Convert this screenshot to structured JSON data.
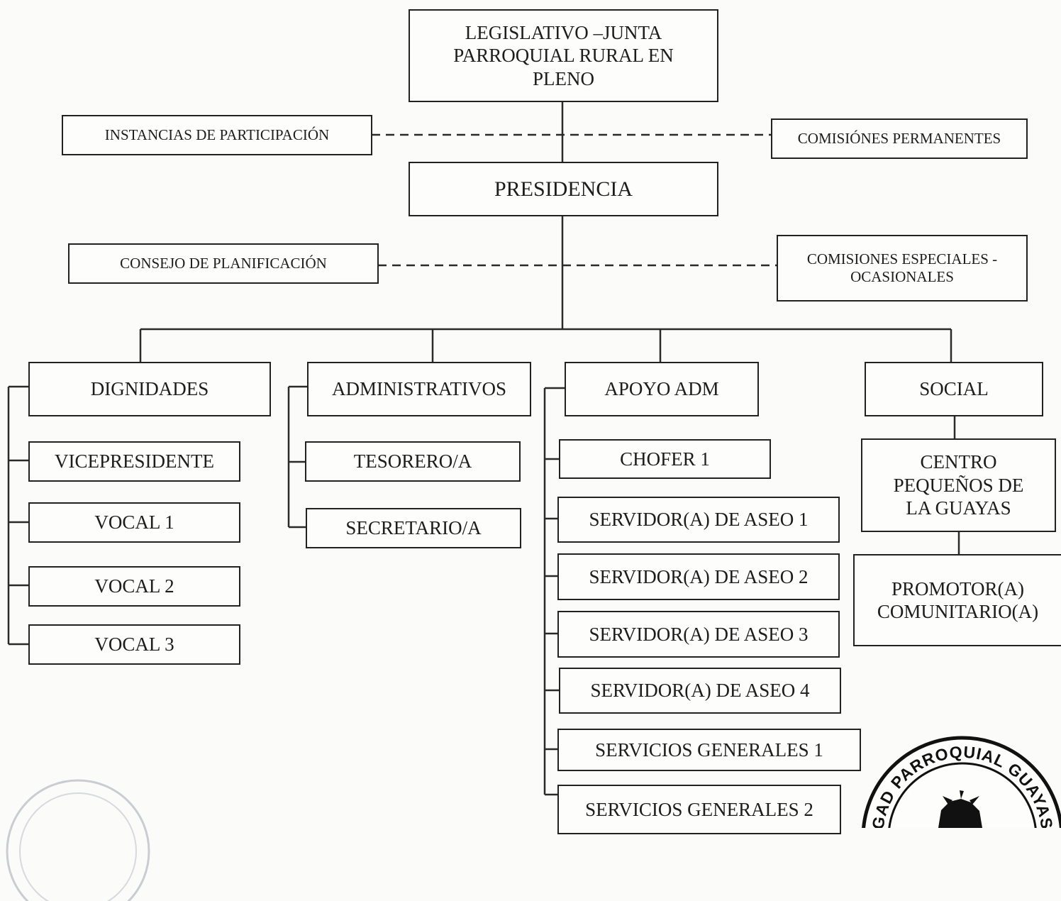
{
  "boxes": {
    "legislativo": "LEGISLATIVO –JUNTA\nPARROQUIAL RURAL EN\nPLENO",
    "instancias": "INSTANCIAS DE PARTICIPACIÓN",
    "comisiones_permanentes": "COMISIÓNES PERMANENTES",
    "presidencia": "PRESIDENCIA",
    "consejo": "CONSEJO DE PLANIFICACIÓN",
    "comisiones_especiales": "COMISIONES ESPECIALES -\nOCASIONALES",
    "dignidades": "DIGNIDADES",
    "administrativos": "ADMINISTRATIVOS",
    "apoyo_adm": "APOYO ADM",
    "social": "SOCIAL"
  },
  "dignidades_items": [
    "VICEPRESIDENTE",
    "VOCAL 1",
    "VOCAL 2",
    "VOCAL 3"
  ],
  "administrativos_items": [
    "TESORERO/A",
    "SECRETARIO/A"
  ],
  "apoyo_items": [
    "CHOFER 1",
    "SERVIDOR(A) DE ASEO 1",
    "SERVIDOR(A) DE ASEO 2",
    "SERVIDOR(A) DE ASEO 3",
    "SERVIDOR(A) DE ASEO 4",
    "SERVICIOS GENERALES 1",
    "SERVICIOS GENERALES 2"
  ],
  "social_items": [
    "CENTRO\nPEQUEÑOS DE\nLA GUAYAS",
    "PROMOTOR(A)\nCOMUNITARIO(A)"
  ],
  "seal": {
    "text": "GAD PARROQUIAL GUAYAS"
  }
}
